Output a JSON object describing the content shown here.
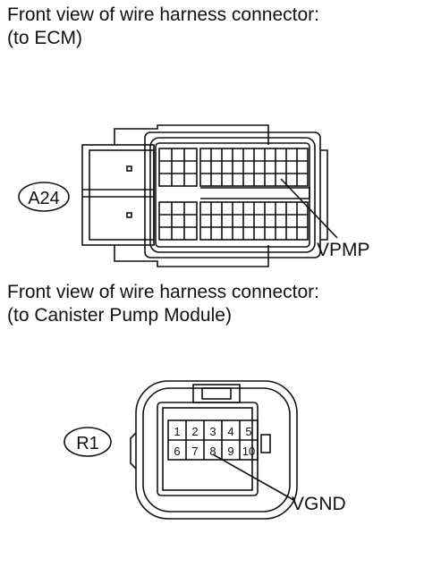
{
  "section_ecm": {
    "caption_line1": "Front view of wire harness connector:",
    "caption_line2": "(to ECM)",
    "connector_id": "A24",
    "terminal_label": "VPMP"
  },
  "section_pump": {
    "caption_line1": "Front view of wire harness connector:",
    "caption_line2": "(to Canister Pump Module)",
    "connector_id": "R1",
    "terminal_label": "VGND",
    "pins_top": [
      "1",
      "2",
      "3",
      "4",
      "5"
    ],
    "pins_bottom": [
      "6",
      "7",
      "8",
      "9",
      "10"
    ]
  },
  "colors": {
    "line": "#111111",
    "background": "#ffffff"
  }
}
